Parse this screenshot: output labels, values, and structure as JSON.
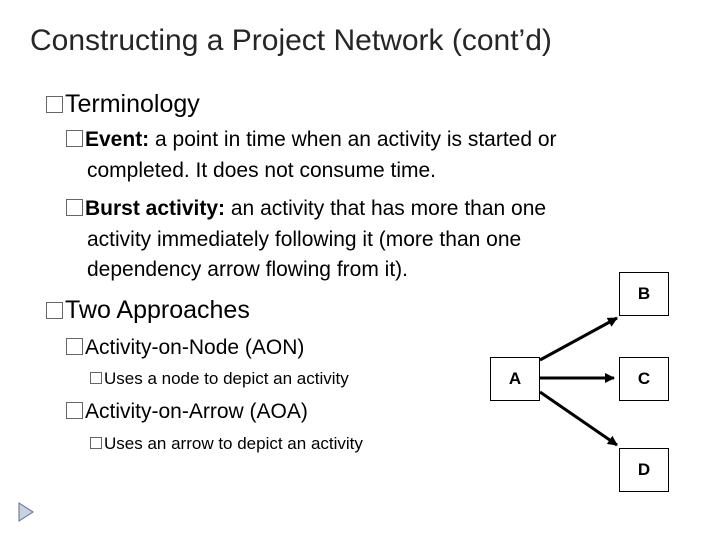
{
  "slide": {
    "title": "Constructing a Project Network (cont’d)",
    "terminology": {
      "heading": "Terminology",
      "event_term": "Event:",
      "event_def_1": " a point in time when an activity is started or",
      "event_def_2": "completed. It does not consume time.",
      "burst_term": "Burst activity:",
      "burst_def_1": " an activity that has more than one",
      "burst_def_2": "activity immediately following it (more than one",
      "burst_def_3": "dependency arrow flowing from it)."
    },
    "approaches": {
      "heading": "Two Approaches",
      "aon_label": "Activity-on-Node (AON)",
      "aon_desc": "Uses a node to depict an activity",
      "aoa_label": "Activity-on-Arrow (AOA)",
      "aoa_desc": "Uses an arrow to depict an activity"
    },
    "diagram": {
      "node_a": "A",
      "node_b": "B",
      "node_c": "C",
      "node_d": "D"
    }
  }
}
